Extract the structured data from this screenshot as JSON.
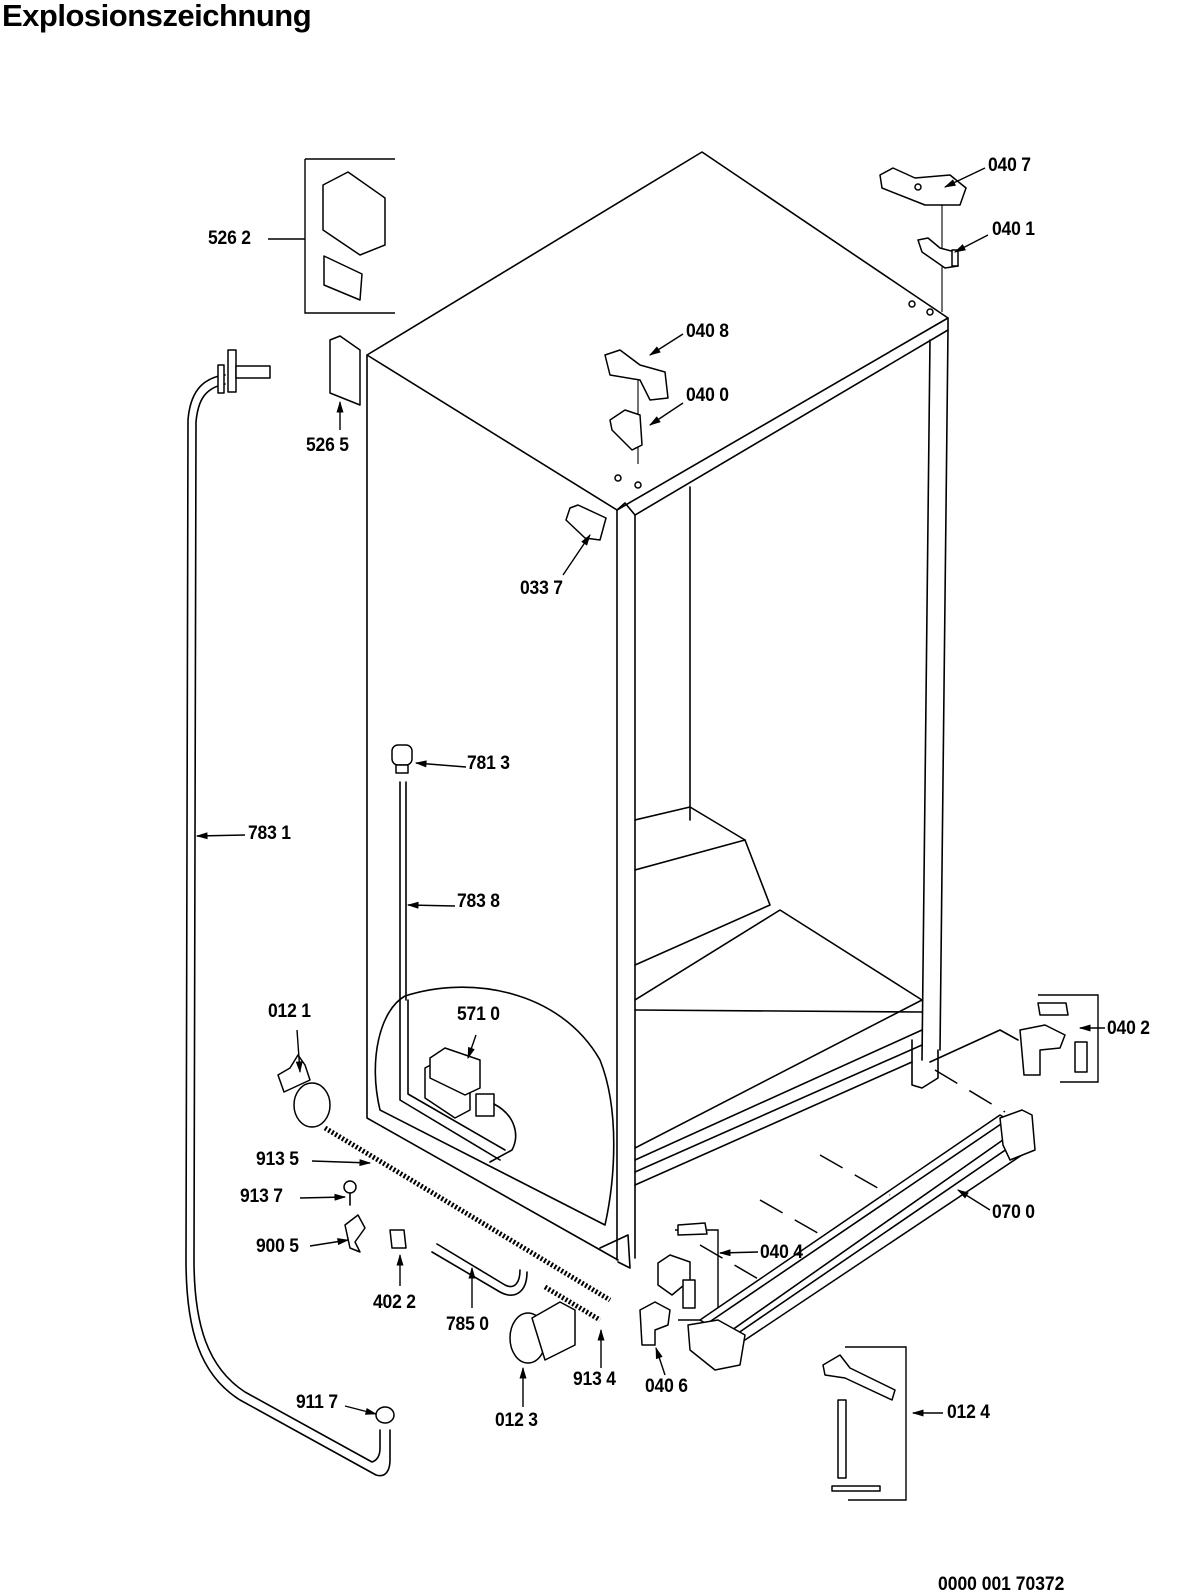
{
  "page": {
    "title": "Explosionszeichnung",
    "document_number": "0000 001 70372"
  },
  "diagram": {
    "subject": "refrigerator cabinet exploded view",
    "callouts": [
      {
        "id": "c0407",
        "label": "040 7",
        "part": "upper hinge cover"
      },
      {
        "id": "c0401",
        "label": "040 1",
        "part": "upper hinge"
      },
      {
        "id": "c5262",
        "label": "526 2",
        "part": "electronic module with cover"
      },
      {
        "id": "c5265",
        "label": "526 5",
        "part": "module cover"
      },
      {
        "id": "c0408",
        "label": "040 8",
        "part": "center hinge cover"
      },
      {
        "id": "c0400",
        "label": "040 0",
        "part": "center hinge"
      },
      {
        "id": "c0337",
        "label": "033 7",
        "part": "cover cap"
      },
      {
        "id": "c7813",
        "label": "781 3",
        "part": "connector"
      },
      {
        "id": "c7831",
        "label": "783 1",
        "part": "water pipe"
      },
      {
        "id": "c7838",
        "label": "783 8",
        "part": "tube"
      },
      {
        "id": "c0121",
        "label": "012 1",
        "part": "roller"
      },
      {
        "id": "c5710",
        "label": "571 0",
        "part": "solenoid valve"
      },
      {
        "id": "c0402",
        "label": "040 2",
        "part": "lower hinge set"
      },
      {
        "id": "c9135",
        "label": "913 5",
        "part": "long screw"
      },
      {
        "id": "c9137",
        "label": "913 7",
        "part": "screw"
      },
      {
        "id": "c9005",
        "label": "900 5",
        "part": "clip"
      },
      {
        "id": "c0700",
        "label": "070 0",
        "part": "base grille"
      },
      {
        "id": "c0404",
        "label": "040 4",
        "part": "lower hinge set"
      },
      {
        "id": "c4022",
        "label": "402 2",
        "part": "cap"
      },
      {
        "id": "c7850",
        "label": "785 0",
        "part": "hose"
      },
      {
        "id": "c0406",
        "label": "040 6",
        "part": "hinge bracket"
      },
      {
        "id": "c9134",
        "label": "913 4",
        "part": "screw"
      },
      {
        "id": "c0123",
        "label": "012 3",
        "part": "adjustable roller"
      },
      {
        "id": "c9117",
        "label": "911 7",
        "part": "nut"
      },
      {
        "id": "c0124",
        "label": "012 4",
        "part": "adjustment tool set"
      }
    ]
  }
}
